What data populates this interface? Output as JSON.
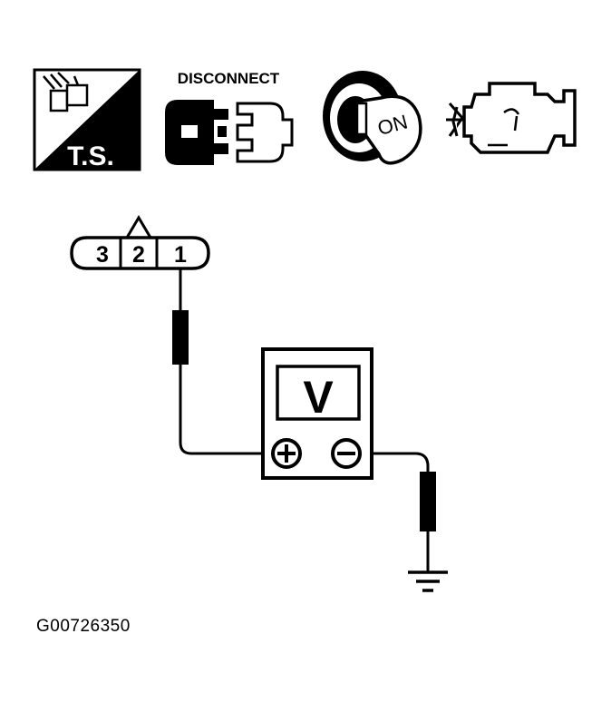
{
  "icons": {
    "ts_label": "T.S.",
    "disconnect_label": "DISCONNECT",
    "ignition_label": "ON"
  },
  "connector": {
    "pins": [
      "3",
      "2",
      "1"
    ]
  },
  "meter": {
    "display": "V",
    "positive_terminal": "+",
    "negative_terminal": "−"
  },
  "reference_code": "G00726350",
  "colors": {
    "ink": "#000000",
    "paper": "#ffffff"
  }
}
